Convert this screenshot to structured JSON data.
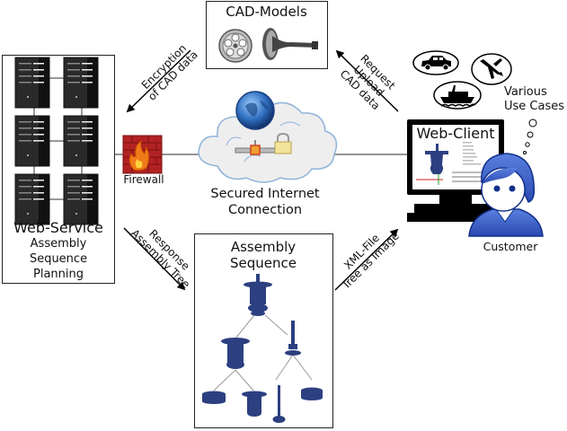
{
  "web_service": {
    "title": "Web-Service",
    "subtitle_lines": [
      "Assembly",
      "Sequence",
      "Planning"
    ]
  },
  "cad_models": {
    "title": "CAD-Models"
  },
  "firewall": {
    "label": "Firewall"
  },
  "internet": {
    "label_lines": [
      "Secured Internet",
      "Connection"
    ]
  },
  "web_client": {
    "title": "Web-Client"
  },
  "customer": {
    "label": "Customer"
  },
  "use_cases": {
    "label_lines": [
      "Various",
      "Use Cases"
    ],
    "icons": [
      "car-icon",
      "airplane-icon",
      "ship-icon"
    ]
  },
  "assembly_sequence": {
    "title_lines": [
      "Assembly",
      "Sequence"
    ]
  },
  "arrows": {
    "encryption": [
      "Encryption",
      "of CAD data"
    ],
    "request": [
      "Request",
      "Upload",
      "CAD data"
    ],
    "response": [
      "Response",
      "Assembly Tree"
    ],
    "xml": [
      "XML-File",
      "Tree as Image"
    ]
  },
  "colors": {
    "part_blue": "#2c3f80",
    "customer_blue": "#3a5cc0",
    "firewall_red": "#b22222",
    "cloud_fill": "#eeeeee",
    "cloud_stroke": "#8fb3d9",
    "globe_blue": "#2f6fc0",
    "server_dark": "#222222"
  }
}
